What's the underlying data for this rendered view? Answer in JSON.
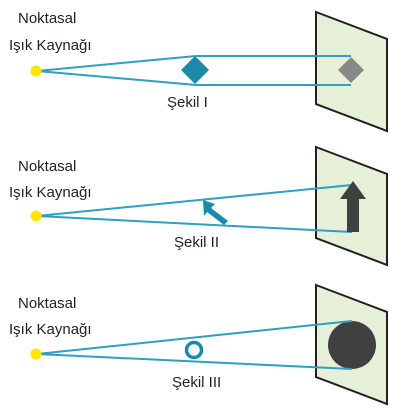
{
  "colors": {
    "ray": "#2fa0bf",
    "source": "#ffe600",
    "screen_fill": "#e6efd8",
    "screen_stroke": "#231f20",
    "object": "#1a8aa8",
    "shadow": "#404040",
    "shadow_light": "#888888"
  },
  "panels": [
    {
      "source_label_1": "Noktasal",
      "source_label_2": "Işık Kaynağı",
      "figure_label": "Şekil I",
      "object": "diamond-object",
      "shadow": "small-diamond-shadow"
    },
    {
      "source_label_1": "Noktasal",
      "source_label_2": "Işık Kaynağı",
      "figure_label": "Şekil II",
      "object": "arrow-object",
      "shadow": "arrow-shadow"
    },
    {
      "source_label_1": "Noktasal",
      "source_label_2": "Işık Kaynağı",
      "figure_label": "Şekil III",
      "object": "ring-object",
      "shadow": "disc-shadow"
    }
  ]
}
